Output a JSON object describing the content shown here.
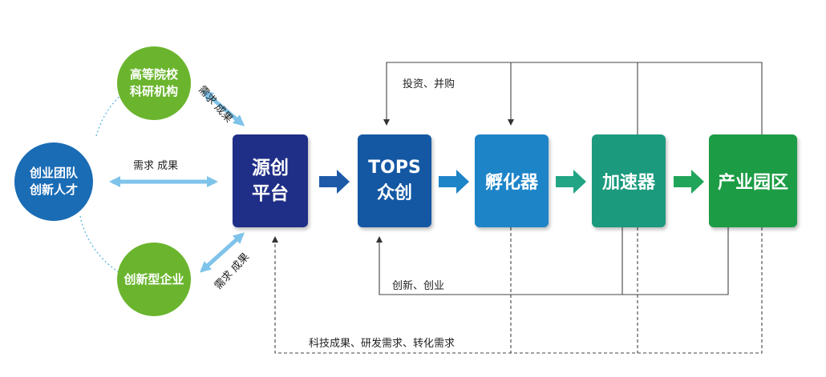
{
  "left_nodes": {
    "universities": {
      "line1": "高等院校",
      "line2": "科研机构"
    },
    "team": {
      "line1": "创业团队",
      "line2": "创新人才"
    },
    "enterprises": {
      "line1": "创新型企业"
    }
  },
  "stages": {
    "yuanchuang": {
      "line1": "源创",
      "line2": "平台"
    },
    "tops": {
      "line1": "TOPS",
      "line2": "众创"
    },
    "incubator": {
      "line1": "孵化器"
    },
    "accelerator": {
      "line1": "加速器"
    },
    "park": {
      "line1": "产业园区"
    }
  },
  "labels": {
    "demand_result_top": "需求  成果",
    "demand_result_mid": "需求   成果",
    "demand_result_bottom": "需求  成果",
    "invest_merge": "投资、并购",
    "innovate_startup": "创新、创业",
    "tech_feedback": "科技成果、研发需求、转化需求"
  },
  "colors": {
    "circle_blue": "#1a6cb5",
    "circle_green": "#6bb52e",
    "yuanchuang": "#1f2e86",
    "tops": "#1458a3",
    "incubator": "#1d84c8",
    "accelerator": "#1b9a7d",
    "park": "#1c9c45",
    "light_arrow": "#7ec3ea",
    "blue_arrow": "#1e5aa8",
    "green_arrow": "#21a566"
  }
}
